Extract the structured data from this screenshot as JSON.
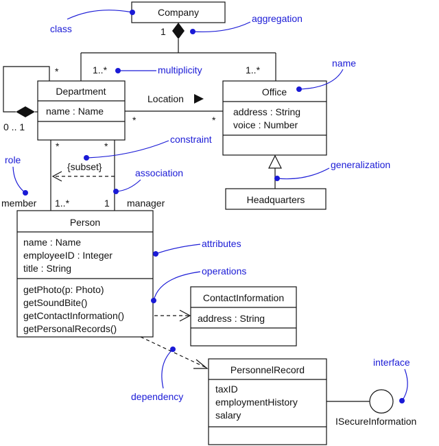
{
  "classes": {
    "company": {
      "name": "Company"
    },
    "department": {
      "name": "Department",
      "attributes": [
        "name : Name"
      ]
    },
    "office": {
      "name": "Office",
      "attributes": [
        "address : String",
        "voice : Number"
      ]
    },
    "headquarters": {
      "name": "Headquarters"
    },
    "person": {
      "name": "Person",
      "attributes": [
        "name : Name",
        "employeeID : Integer",
        "title : String"
      ],
      "operations": [
        "getPhoto(p: Photo)",
        "getSoundBite()",
        "getContactInformation()",
        "getPersonalRecords()"
      ]
    },
    "contact": {
      "name": "ContactInformation",
      "attributes": [
        "address : String"
      ]
    },
    "personnel": {
      "name": "PersonnelRecord",
      "attributes": [
        "taxID",
        "employmentHistory",
        "salary"
      ]
    }
  },
  "interface_name": "ISecureInformation",
  "labels": {
    "company_mult": "1",
    "dept_self_star": "*",
    "dept_self_mult": "0 .. 1",
    "dept_mult": "1..*",
    "office_mult": "1..*",
    "location": "Location",
    "dept_loc_star": "*",
    "office_loc_star": "*",
    "dept_bottom_left_star": "*",
    "dept_bottom_right_star": "*",
    "subset": "{subset}",
    "member": "member",
    "member_mult": "1..*",
    "manager_mult": "1",
    "manager": "manager"
  },
  "annotations": {
    "class": "class",
    "aggregation": "aggregation",
    "multiplicity": "multiplicity",
    "name": "name",
    "constraint": "constraint",
    "role": "role",
    "association": "association",
    "generalization": "generalization",
    "attributes": "attributes",
    "operations": "operations",
    "dependency": "dependency",
    "interface": "interface"
  },
  "colors": {
    "annotation": "#1a1ad6",
    "line": "#111111"
  }
}
